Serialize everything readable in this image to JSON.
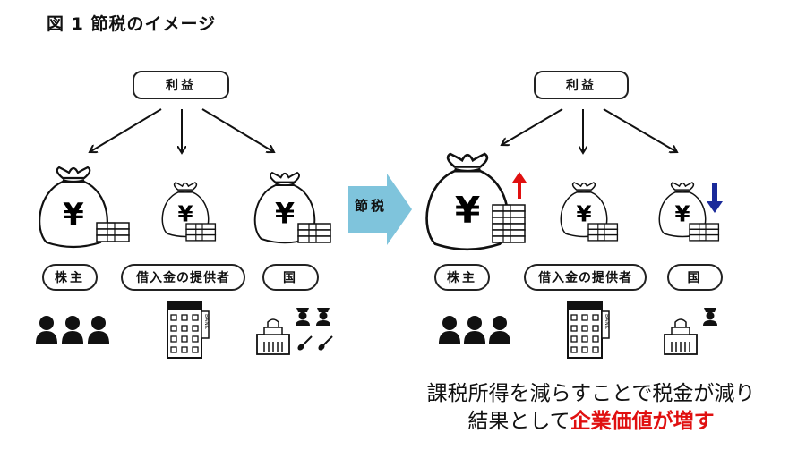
{
  "title": "図 1 節税のイメージ",
  "before": {
    "profit_label": "利益",
    "recipients": [
      {
        "label": "株主"
      },
      {
        "label": "借入金の提供者"
      },
      {
        "label": "国"
      }
    ]
  },
  "transition_label": "節税",
  "after": {
    "profit_label": "利益",
    "recipients": [
      {
        "label": "株主",
        "change": "increase"
      },
      {
        "label": "借入金の提供者"
      },
      {
        "label": "国",
        "change": "decrease"
      }
    ]
  },
  "bank_sign": "BANK",
  "yen_symbol": "¥",
  "caption": {
    "line1": "課税所得を減らすことで税金が減り",
    "line2_prefix": "結果として",
    "line2_highlight": "企業価値が増す"
  },
  "colors": {
    "increase_arrow": "#e01010",
    "decrease_arrow": "#1a2a9a",
    "transition_arrow": "#7fc4dc",
    "highlight": "#e01010"
  }
}
